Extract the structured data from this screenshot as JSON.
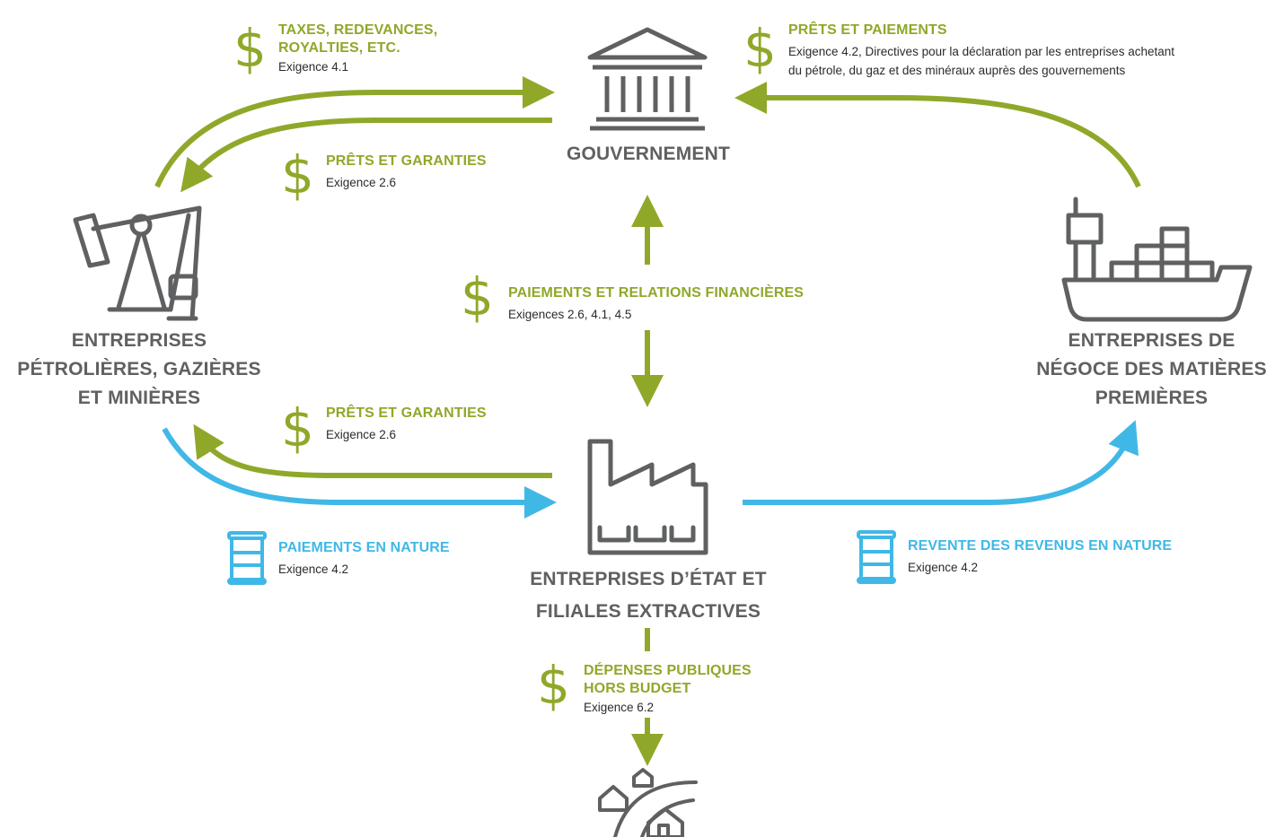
{
  "colors": {
    "green": "#8fa82a",
    "blue": "#40b8e6",
    "gray": "#5f6062"
  },
  "nodes": {
    "government": "GOUVERNEMENT",
    "companies": [
      "ENTREPRISES",
      "PÉTROLIÈRES, GAZIÈRES",
      "ET MINIÈRES"
    ],
    "traders": [
      "ENTREPRISES DE",
      "NÉGOCE DES MATIÈRES",
      "PREMIÈRES"
    ],
    "soe": [
      "ENTREPRISES D’ÉTAT ET",
      "FILIALES EXTRACTIVES"
    ]
  },
  "icons": {
    "government": "government-building-icon",
    "companies": "oil-pump-icon",
    "traders": "cargo-ship-icon",
    "soe": "factory-icon",
    "community": "community-houses-icon",
    "money": "dollar-icon",
    "in_kind": "oil-barrel-icon"
  },
  "flows": {
    "taxes": {
      "title": [
        "TAXES, REDEVANCES,",
        "ROYALTIES, ETC."
      ],
      "ref": "Exigence 4.1"
    },
    "loans_payments": {
      "title": "PRÊTS ET PAIEMENTS",
      "ref": [
        "Exigence 4.2, Directives pour la déclaration par les entreprises achetant",
        "du pétrole, du gaz et des minéraux auprès des gouvernements"
      ]
    },
    "loans_guarantees_top": {
      "title": "PRÊTS ET GARANTIES",
      "ref": "Exigence 2.6"
    },
    "financial_relations": {
      "title": "PAIEMENTS ET RELATIONS FINANCIÈRES",
      "ref": "Exigences 2.6, 4.1, 4.5"
    },
    "loans_guarantees_bottom": {
      "title": "PRÊTS ET GARANTIES",
      "ref": "Exigence 2.6"
    },
    "in_kind_payments": {
      "title": "PAIEMENTS EN NATURE",
      "ref": "Exigence 4.2"
    },
    "in_kind_resale": {
      "title": "REVENTE DES REVENUS EN NATURE",
      "ref": "Exigence 4.2"
    },
    "off_budget": {
      "title": [
        "DÉPENSES PUBLIQUES",
        "HORS BUDGET"
      ],
      "ref": "Exigence 6.2"
    }
  }
}
